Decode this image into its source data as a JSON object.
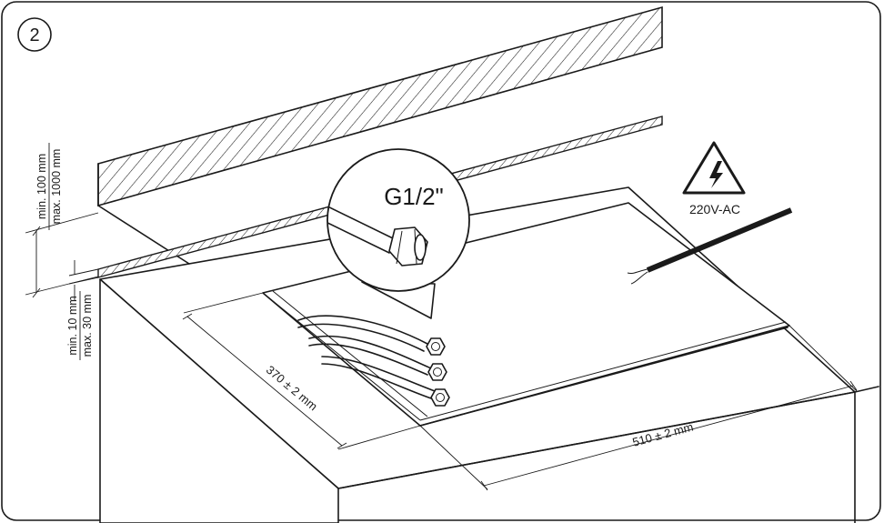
{
  "step": {
    "number": "2"
  },
  "labels": {
    "thread": "G1/2\"",
    "voltage": "220V-AC",
    "wall_gap_min": "min. 100 mm",
    "wall_gap_max": "max. 1000 mm",
    "strip_gap_min": "min. 10 mm",
    "strip_gap_max": "max. 30 mm",
    "cutout_depth": "370 ± 2 mm",
    "cutout_width": "510 ± 2 mm"
  },
  "icons": {
    "warning": "high-voltage-warning-icon",
    "fitting": "hex-nut-fitting-icon"
  },
  "colors": {
    "line": "#1a1a1a",
    "background": "#ffffff"
  }
}
